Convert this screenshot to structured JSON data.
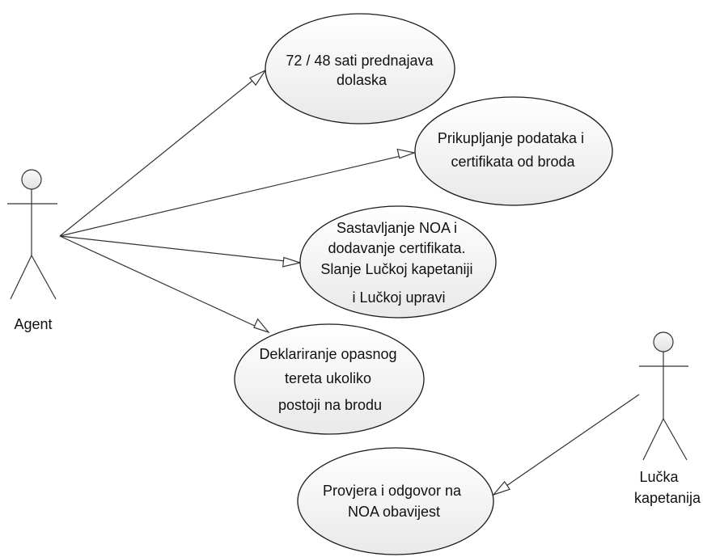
{
  "actors": {
    "agent": {
      "label": "Agent"
    },
    "port_authority": {
      "label_lines": [
        "Lučka",
        "kapetanija"
      ]
    }
  },
  "use_cases": {
    "arrival_prenotice": {
      "lines": [
        "72 / 48 sati prednajava",
        "dolaska"
      ]
    },
    "data_collection": {
      "lines": [
        "Prikupljanje podataka i",
        "certifikata od broda"
      ]
    },
    "noa_compilation": {
      "lines": [
        "Sastavljanje NOA i",
        "dodavanje certifikata.",
        "Slanje Lučkoj kapetaniji",
        "i Lučkoj upravi"
      ]
    },
    "dangerous_cargo": {
      "lines": [
        "Deklariranje  opasnog",
        "tereta ukoliko",
        "postoji na brodu"
      ]
    },
    "noa_review": {
      "lines": [
        "Provjera i odgovor na",
        "NOA obavijest"
      ]
    }
  }
}
